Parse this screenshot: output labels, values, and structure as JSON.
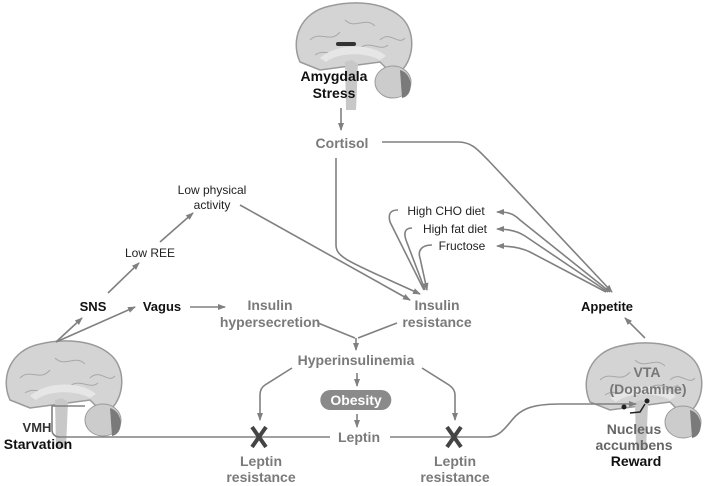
{
  "diagram": {
    "brains": {
      "top": {
        "region": "Amygdala",
        "state": "Stress"
      },
      "left": {
        "region": "VMH",
        "state": "Starvation"
      },
      "right": {
        "region_line1": "VTA",
        "region_line2": "(Dopamine)",
        "sub_line1": "Nucleus",
        "sub_line2": "accumbens",
        "state": "Reward"
      }
    },
    "nodes": {
      "cortisol": "Cortisol",
      "low_physical_activity_1": "Low physical",
      "low_physical_activity_2": "activity",
      "low_ree": "Low REE",
      "sns": "SNS",
      "vagus": "Vagus",
      "insulin_hypersecretion_1": "Insulin",
      "insulin_hypersecretion_2": "hypersecretion",
      "insulin_resistance_1": "Insulin",
      "insulin_resistance_2": "resistance",
      "high_cho_diet": "High CHO diet",
      "high_fat_diet": "High fat diet",
      "fructose": "Fructose",
      "appetite": "Appetite",
      "hyperinsulinemia": "Hyperinsulinemia",
      "obesity": "Obesity",
      "leptin": "Leptin",
      "leptin_resistance_left_1": "Leptin",
      "leptin_resistance_left_2": "resistance",
      "leptin_resistance_right_1": "Leptin",
      "leptin_resistance_right_2": "resistance"
    },
    "colors": {
      "grey_text": "#7a7a7a",
      "arrow": "#808080",
      "pill": "#8a8a8a",
      "x_mark": "#444444"
    }
  }
}
